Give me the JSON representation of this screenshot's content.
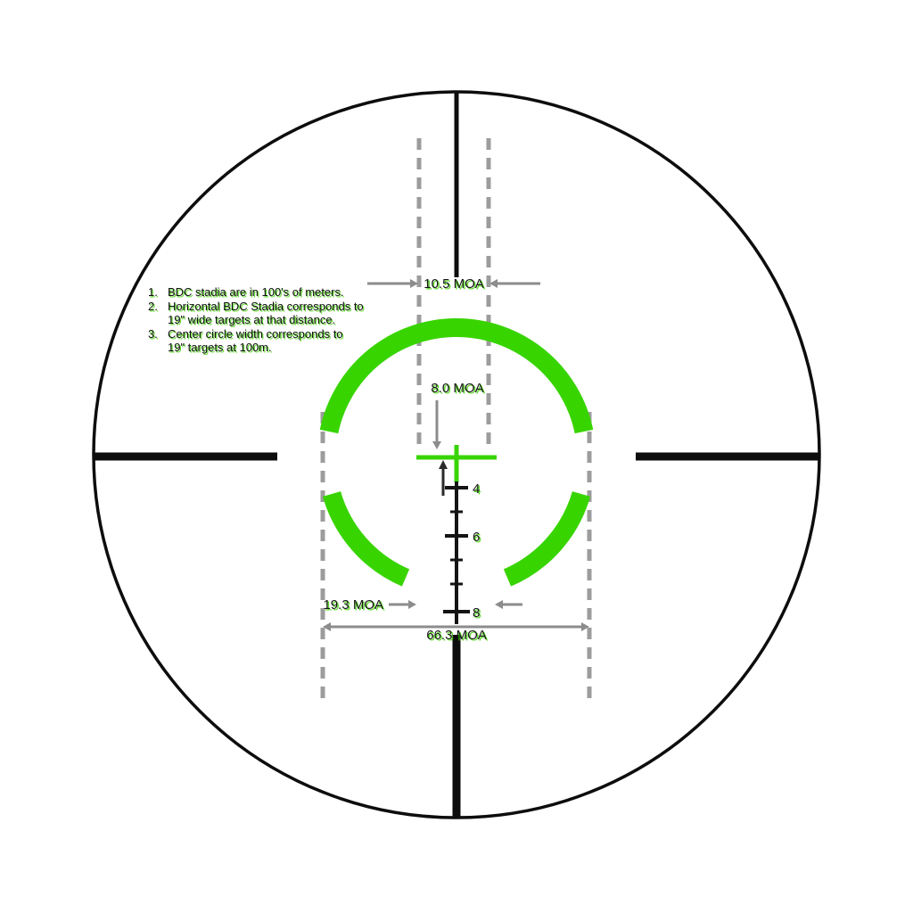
{
  "notes": {
    "items": [
      {
        "num": "1.",
        "line1": "BDC stadia are in 100's of meters."
      },
      {
        "num": "2.",
        "line1": "Horizontal BDC Stadia corresponds to",
        "line2": "19\" wide targets at that distance."
      },
      {
        "num": "3.",
        "line1": "Center circle width corresponds to",
        "line2": "19\" targets at 100m."
      }
    ]
  },
  "measurements": {
    "circle_width": "10.5 MOA",
    "center_height": "8.0 MOA",
    "inner_width": "19.3 MOA",
    "outer_width": "66.3 MOA"
  },
  "bdc": {
    "marks": [
      "4",
      "6",
      "8"
    ]
  },
  "colors": {
    "reticle_green": "#38d400",
    "stadia_gray": "#9c9c9c",
    "measure_gray": "#8c8c8c",
    "line_black": "#0d0d0d"
  }
}
